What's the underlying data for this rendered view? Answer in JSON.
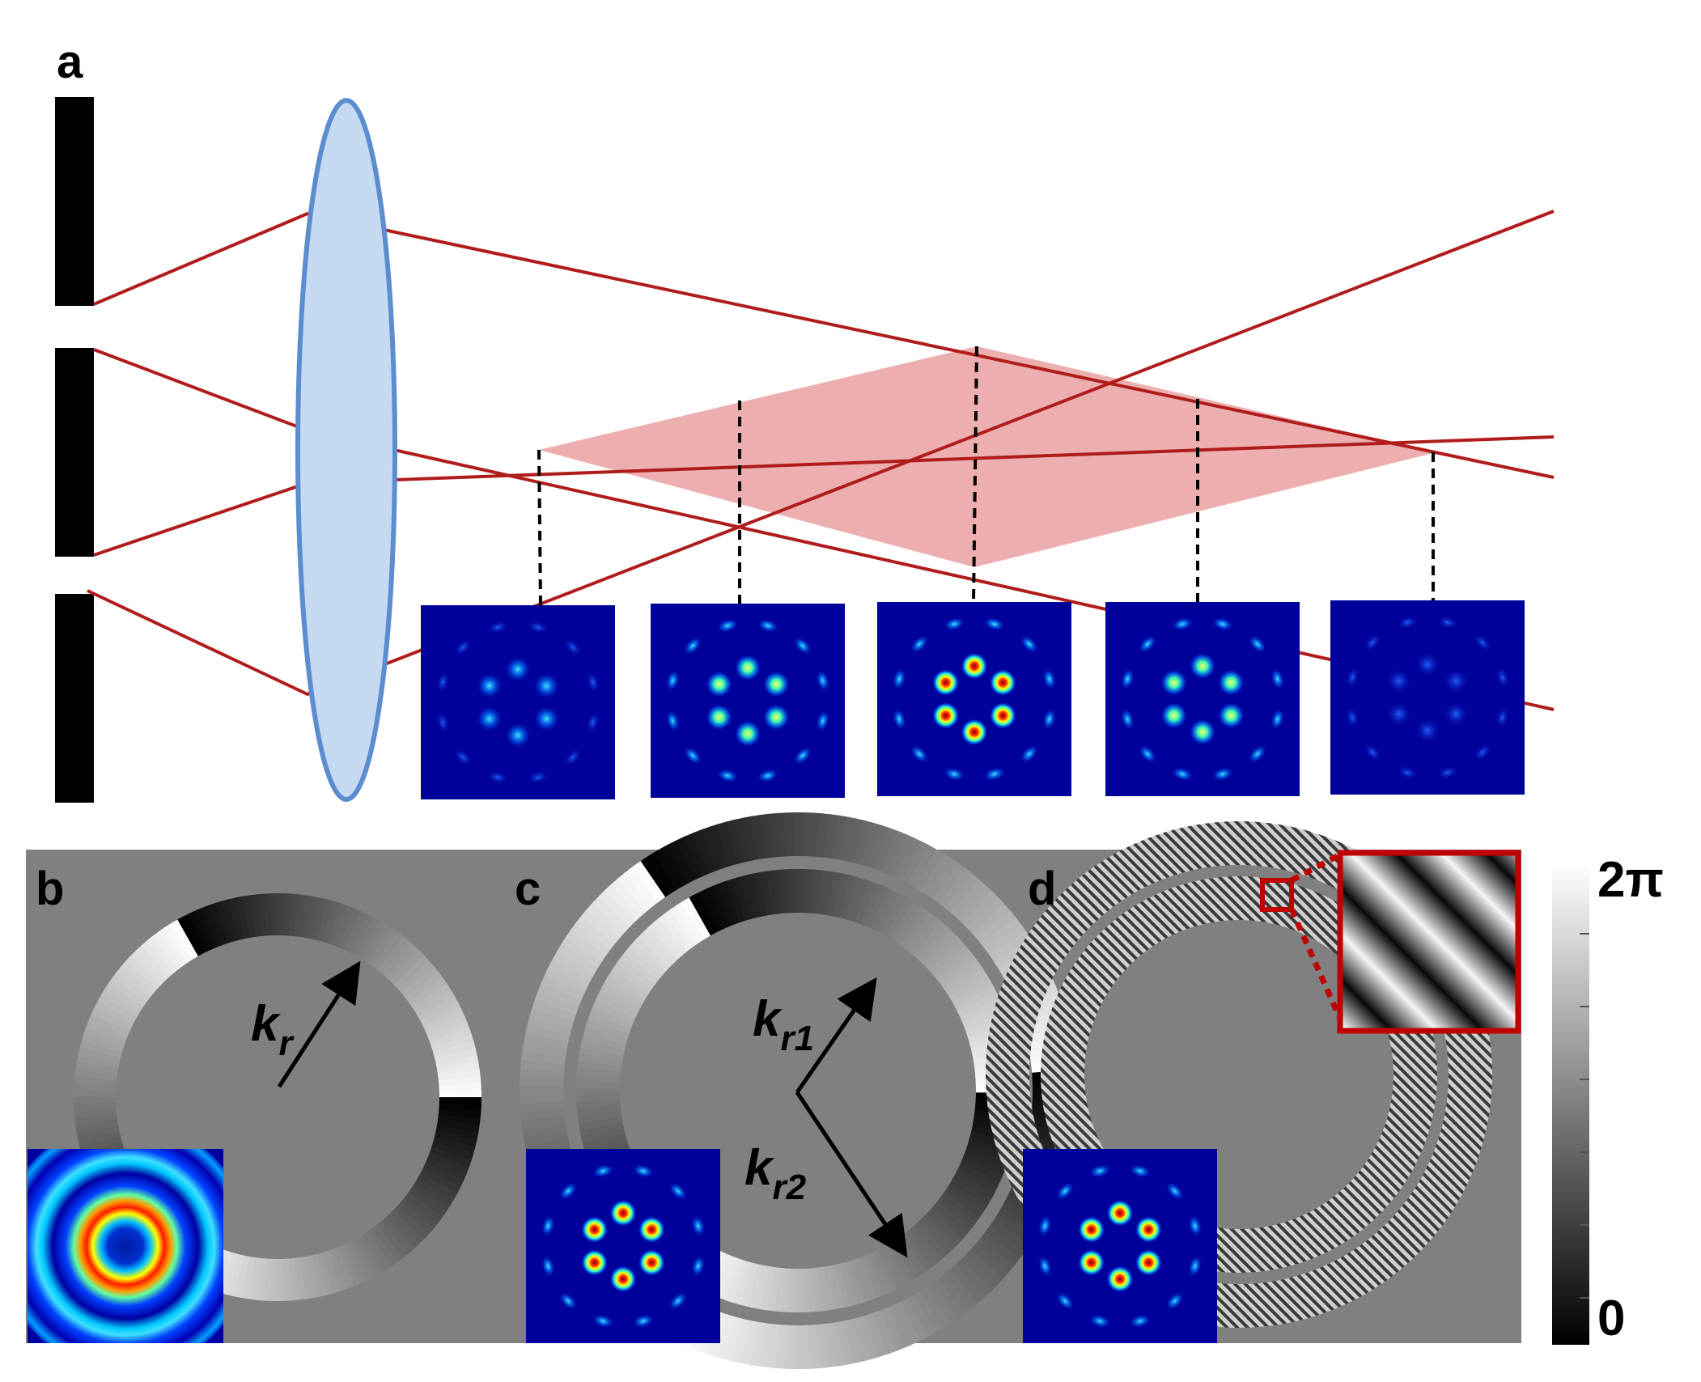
{
  "panels": {
    "a": "a",
    "b": "b",
    "c": "c",
    "d": "d"
  },
  "vectors": {
    "kr": {
      "base": "k",
      "sub": "r"
    },
    "kr1": {
      "base": "k",
      "sub": "r1"
    },
    "kr2": {
      "base": "k",
      "sub": "r2"
    }
  },
  "colorbar": {
    "max_label": "2π",
    "min_label": "0"
  },
  "colors": {
    "ray": "#b01c1c",
    "overlap_fill": "#eaaaaa",
    "lens_fill": "#c5d9f1",
    "lens_stroke": "#5b8dd0",
    "phase_background": "#808080",
    "inset_frame": "#c00000"
  },
  "intensity_series": [
    {
      "stage": 1,
      "peak": 0.18
    },
    {
      "stage": 2,
      "peak": 0.6
    },
    {
      "stage": 3,
      "peak": 1.0
    },
    {
      "stage": 4,
      "peak": 0.6
    },
    {
      "stage": 5,
      "peak": 0.1
    }
  ]
}
